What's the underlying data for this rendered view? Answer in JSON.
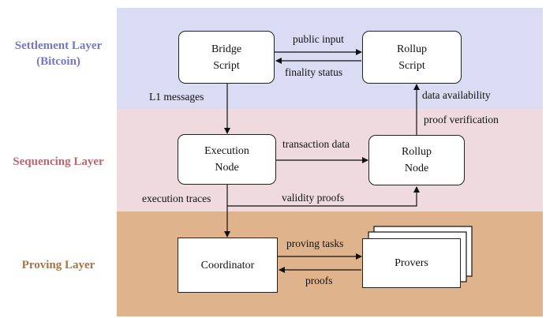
{
  "layers": {
    "settlement": "Settlement Layer\n(Bitcoin)",
    "sequencing": "Sequencing Layer",
    "proving": "Proving Layer"
  },
  "nodes": {
    "bridge_script": "Bridge\nScript",
    "rollup_script": "Rollup\nScript",
    "execution_node": "Execution\nNode",
    "rollup_node": "Rollup\nNode",
    "coordinator": "Coordinator",
    "provers": "Provers"
  },
  "edges": {
    "public_input": "public input",
    "finality_status": "finality status",
    "l1_messages": "L1 messages",
    "data_availability": "data availability",
    "proof_verification": "proof verification",
    "transaction_data": "transaction data",
    "execution_traces": "execution traces",
    "validity_proofs": "validity proofs",
    "proving_tasks": "proving tasks",
    "proofs": "proofs"
  },
  "colors": {
    "settlement_band": "#d9dcf3",
    "sequencing_band": "#efdbdf",
    "proving_band": "#dfb48c",
    "settlement_label": "#7276cc",
    "sequencing_label": "#b8676d",
    "proving_label": "#a9743f"
  }
}
